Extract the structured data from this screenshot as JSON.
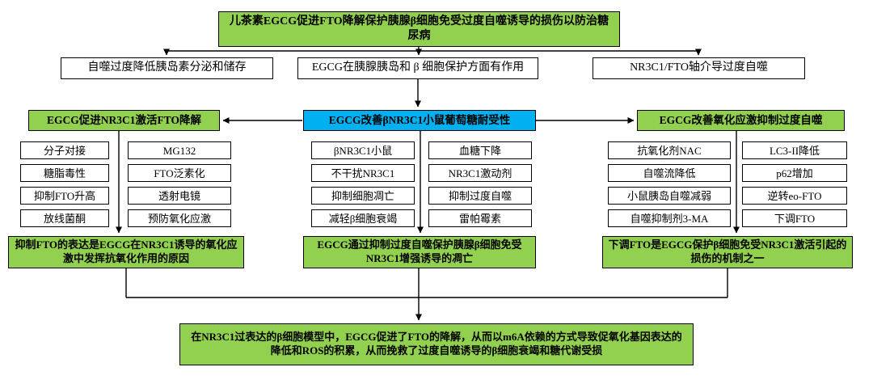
{
  "title": "儿茶素EGCG促进FTO降解保护胰腺β细胞免受过度自噬诱导的损伤以防治糖尿病",
  "colors": {
    "green": "#92D050",
    "blue": "#00B0F0",
    "line": "#000000"
  },
  "premises": [
    "自噬过度降低胰岛素分泌和储存",
    "EGCG在胰腺胰岛和 β 细胞保护方面有作用",
    "NR3C1/FTO轴介导过度自噬"
  ],
  "groups": {
    "left": {
      "header": "EGCG促进NR3C1激活FTO降解",
      "col1": [
        "分子对接",
        "糖脂毒性",
        "抑制FTO升高",
        "放线菌酮"
      ],
      "col2": [
        "MG132",
        "FTO泛素化",
        "透射电镜",
        "预防氧化应激"
      ],
      "conclusion": "抑制FTO的表达是EGCG在NR3C1诱导的氧化应激中发挥抗氧化作用的原因"
    },
    "middle": {
      "header": "EGCG改善βNR3C1小鼠葡萄糖耐受性",
      "col1": [
        "βNR3C1小鼠",
        "不干扰NR3C1",
        "抑制细胞凋亡",
        "减轻β细胞衰竭"
      ],
      "col2": [
        "血糖下降",
        "NR3C1激动剂",
        "抑制过度自噬",
        "雷帕霉素"
      ],
      "conclusion": "EGCG通过抑制过度自噬保护胰腺β细胞免受NR3C1增强诱导的凋亡"
    },
    "right": {
      "header": "EGCG改善氧化应激抑制过度自噬",
      "col1": [
        "抗氧化剂NAC",
        "自噬流降低",
        "小鼠胰岛自噬减弱",
        "自噬抑制剂3-MA"
      ],
      "col2": [
        "LC3-II降低",
        "p62增加",
        "逆转eo-FTO",
        "下调FTO"
      ],
      "conclusion": "下调FTO是EGCG保护β细胞免受NR3C1激活引起的损伤的机制之一"
    }
  },
  "final_conclusion": "在NR3C1过表达的β细胞模型中，EGCG促进了FTO的降解，从而以m6A依赖的方式导致促氧化基因表达的降低和ROS的积累，从而挽救了过度自噬诱导的β细胞衰竭和糖代谢受损"
}
